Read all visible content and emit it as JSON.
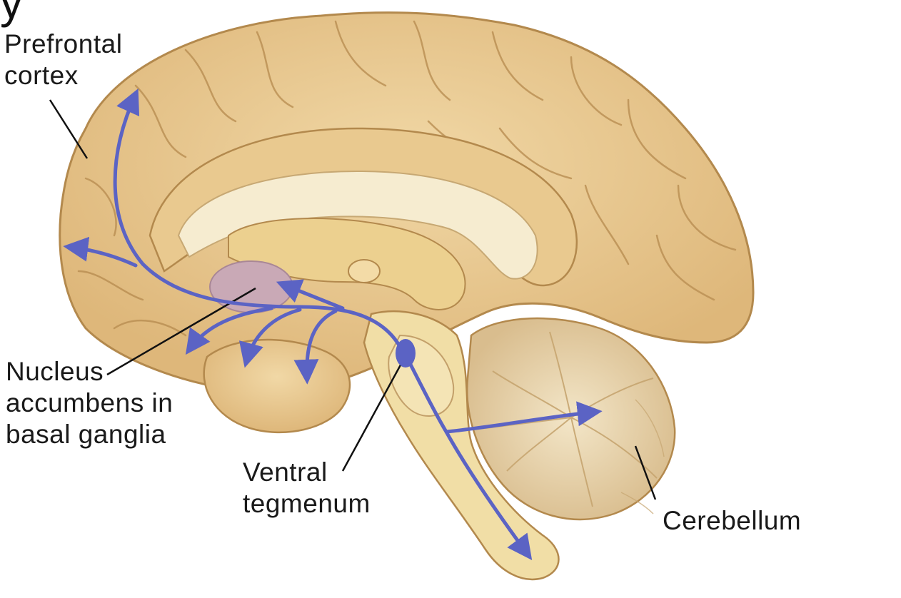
{
  "cropped_heading_fragment": "y",
  "labels": {
    "prefrontal_cortex": [
      "Prefrontal",
      "cortex"
    ],
    "nucleus_accumbens": [
      "Nucleus",
      "accumbens in",
      "basal ganglia"
    ],
    "ventral_tegmentum": [
      "Ventral",
      "tegmenum"
    ],
    "cerebellum": [
      "Cerebellum"
    ]
  },
  "colors": {
    "pathway": "#5b63c4",
    "brain_tissue": "#e8c78e",
    "brain_outline": "#b3894d",
    "white_matter": "#f6ecd0",
    "nucleus_accumbens": "#c9a9b6",
    "leader_line": "#111111"
  }
}
